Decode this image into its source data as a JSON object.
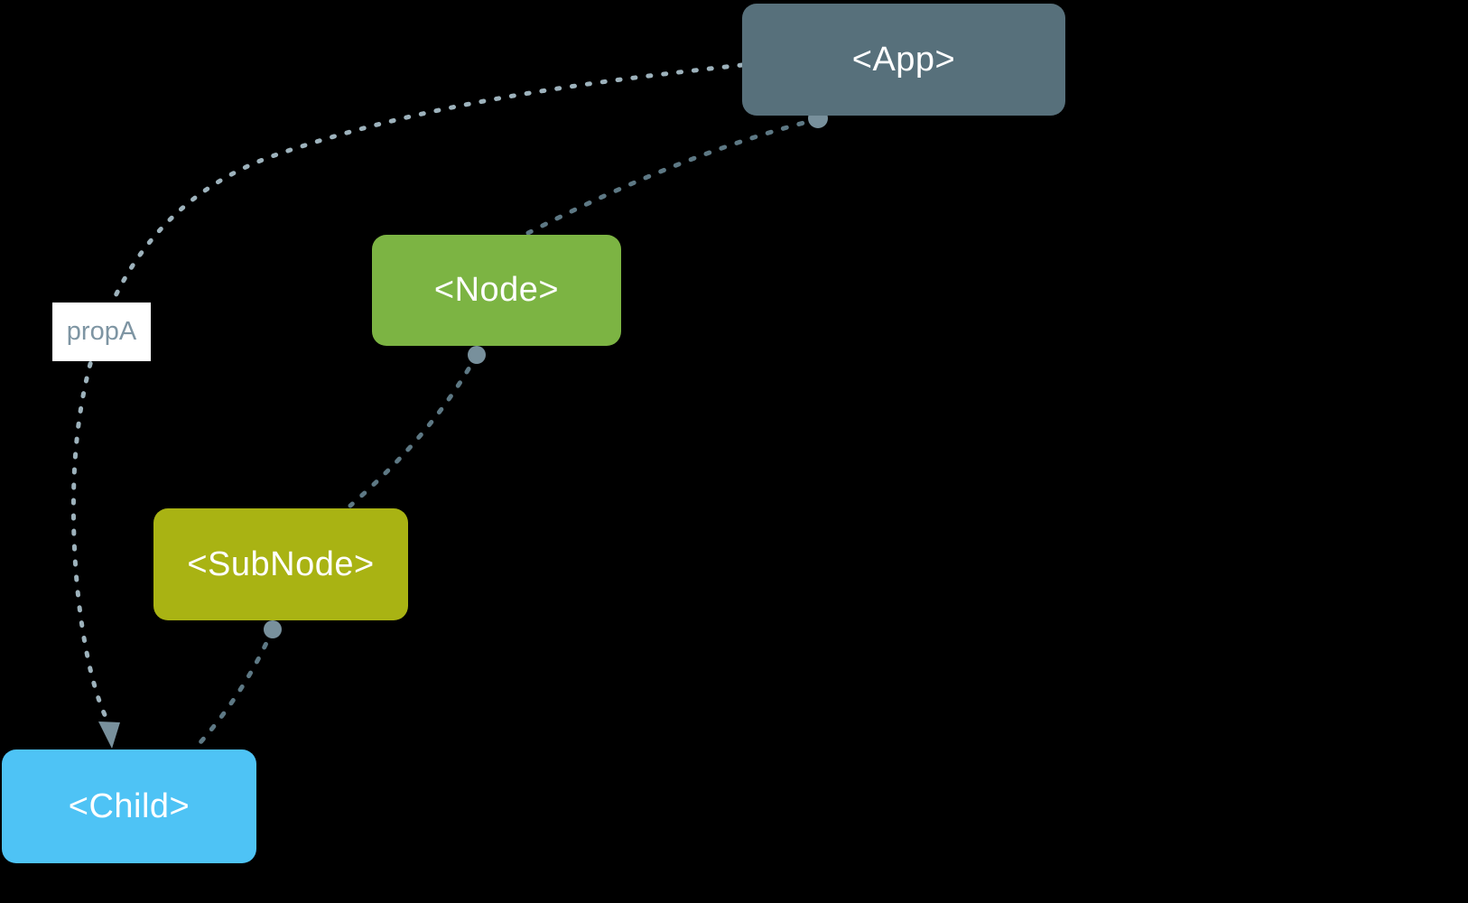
{
  "diagram": {
    "background_color": "#000000",
    "nodes": [
      {
        "id": "app",
        "label": "<App>",
        "color": "#57707B",
        "text_color": "#FFFFFF"
      },
      {
        "id": "node",
        "label": "<Node>",
        "color": "#7CB443",
        "text_color": "#FFFFFF"
      },
      {
        "id": "subnode",
        "label": "<SubNode>",
        "color": "#A9B313",
        "text_color": "#FFFFFF"
      },
      {
        "id": "child",
        "label": "<Child>",
        "color": "#4EC3F5",
        "text_color": "#FFFFFF"
      }
    ],
    "edges": [
      {
        "id": "app-child",
        "from": "app",
        "to": "child",
        "label": "propA",
        "style": "dotted",
        "arrow": true,
        "color": "#9DB2BC"
      },
      {
        "id": "app-node",
        "from": "app",
        "to": "node",
        "label": "",
        "style": "dotted",
        "arrow": false,
        "color": "#5D7884"
      },
      {
        "id": "node-subnode",
        "from": "node",
        "to": "subnode",
        "label": "",
        "style": "dotted",
        "arrow": false,
        "color": "#5D7884"
      },
      {
        "id": "subnode-child",
        "from": "subnode",
        "to": "child",
        "label": "",
        "style": "dotted",
        "arrow": false,
        "color": "#5D7884"
      }
    ],
    "edge_label_style": {
      "text_color": "#7E95A3",
      "background": "#FFFFFF"
    },
    "connector_dot_color": "#78909C",
    "arrowhead_color": "#78909C"
  }
}
